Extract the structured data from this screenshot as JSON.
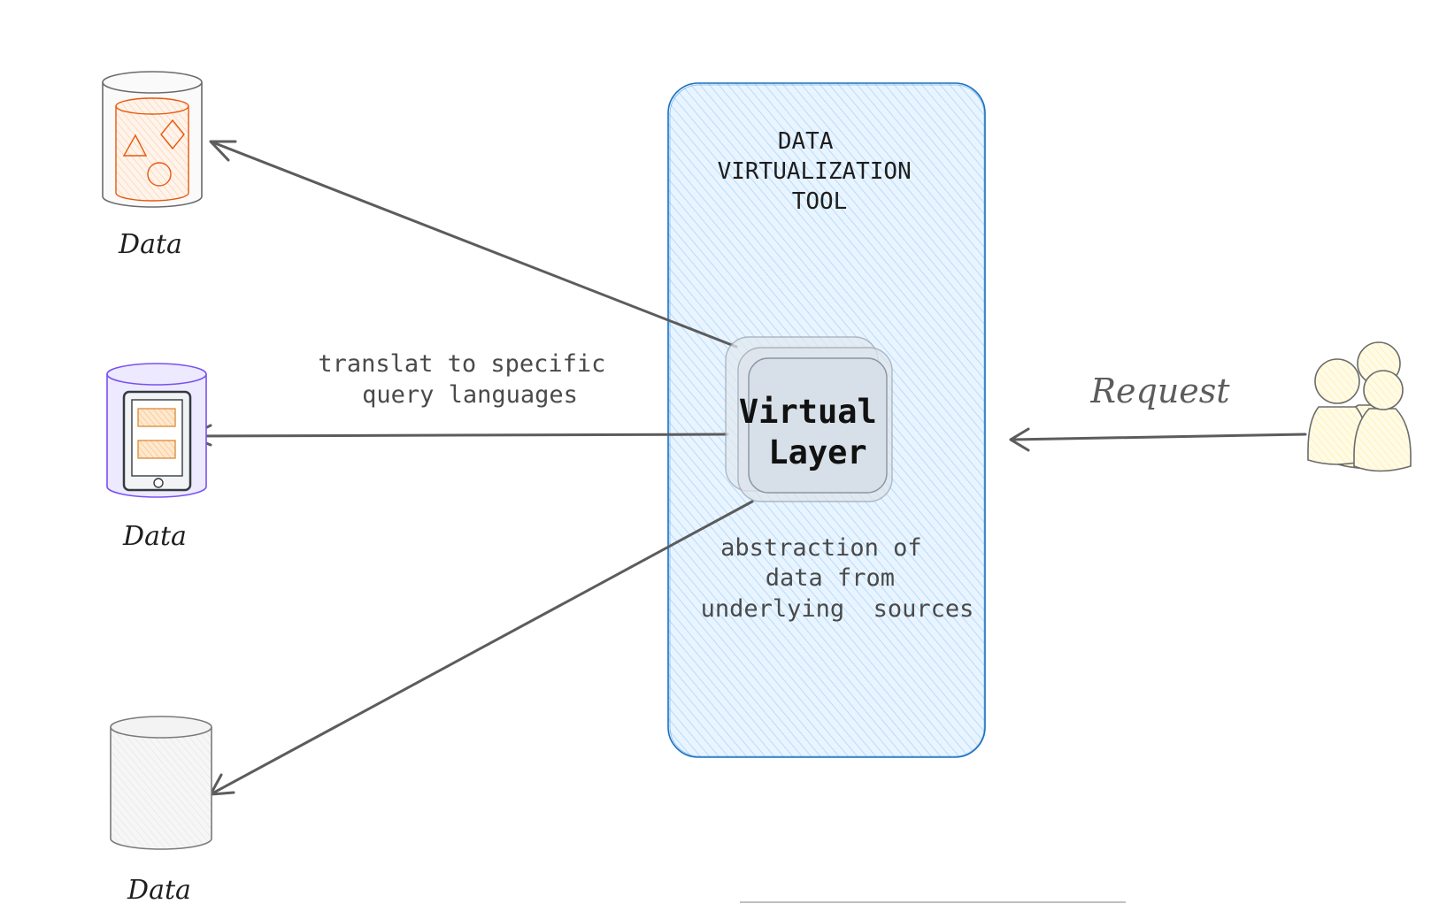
{
  "tool_box": {
    "title_lines": [
      "DATA",
      "VIRTUALIZATION",
      "TOOL"
    ],
    "virtual_layer_lines": [
      "Virtual",
      "Layer"
    ],
    "abstraction_lines": [
      "abstraction of",
      "data from",
      "underlying  sources"
    ]
  },
  "sources": [
    {
      "label": "Data",
      "kind": "shapes-cylinder",
      "color": "#e8590c"
    },
    {
      "label": "Data",
      "kind": "device-cylinder",
      "color": "#7950f2"
    },
    {
      "label": "Data",
      "kind": "plain-cylinder",
      "color": "#868e96"
    }
  ],
  "translate_lines": [
    "translat to specific",
    "query languages"
  ],
  "request_label": "Request",
  "colors": {
    "box_stroke": "#1971c2",
    "box_fill": "#a5d8ff",
    "arrow": "#5c5c5c",
    "people_fill": "#fff3bf",
    "device_fill": "#ffd8a8"
  },
  "icons": [
    "database-icon",
    "people-icon",
    "tablet-icon"
  ]
}
